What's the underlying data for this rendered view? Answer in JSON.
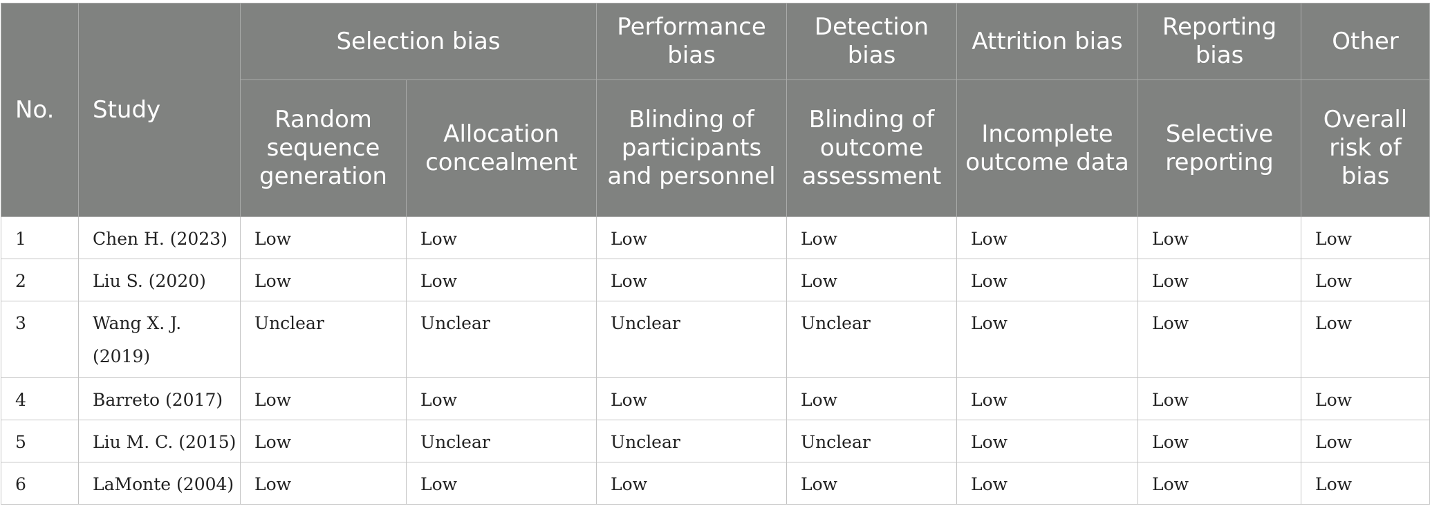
{
  "header": {
    "no": "No.",
    "study": "Study",
    "groups": [
      "Selection bias",
      "Performance bias",
      "Detection bias",
      "Attrition bias",
      "Reporting bias",
      "Other"
    ],
    "domains": [
      "Random sequence generation",
      "Allocation concealment",
      "Blinding of participants and personnel",
      "Blinding of outcome assessment",
      "Incomplete outcome data",
      "Selective reporting",
      "Overall risk of bias"
    ]
  },
  "rows": [
    {
      "no": "1",
      "study": "Chen H. (2023)",
      "ratings": [
        "Low",
        "Low",
        "Low",
        "Low",
        "Low",
        "Low",
        "Low"
      ]
    },
    {
      "no": "2",
      "study": "Liu S. (2020)",
      "ratings": [
        "Low",
        "Low",
        "Low",
        "Low",
        "Low",
        "Low",
        "Low"
      ]
    },
    {
      "no": "3",
      "study": "Wang X. J. (2019)",
      "ratings": [
        "Unclear",
        "Unclear",
        "Unclear",
        "Unclear",
        "Low",
        "Low",
        "Low"
      ]
    },
    {
      "no": "4",
      "study": "Barreto (2017)",
      "ratings": [
        "Low",
        "Low",
        "Low",
        "Low",
        "Low",
        "Low",
        "Low"
      ]
    },
    {
      "no": "5",
      "study": "Liu M. C. (2015)",
      "ratings": [
        "Low",
        "Unclear",
        "Unclear",
        "Unclear",
        "Low",
        "Low",
        "Low"
      ]
    },
    {
      "no": "6",
      "study": "LaMonte (2004)",
      "ratings": [
        "Low",
        "Low",
        "Low",
        "Low",
        "Low",
        "Low",
        "Low"
      ]
    }
  ]
}
